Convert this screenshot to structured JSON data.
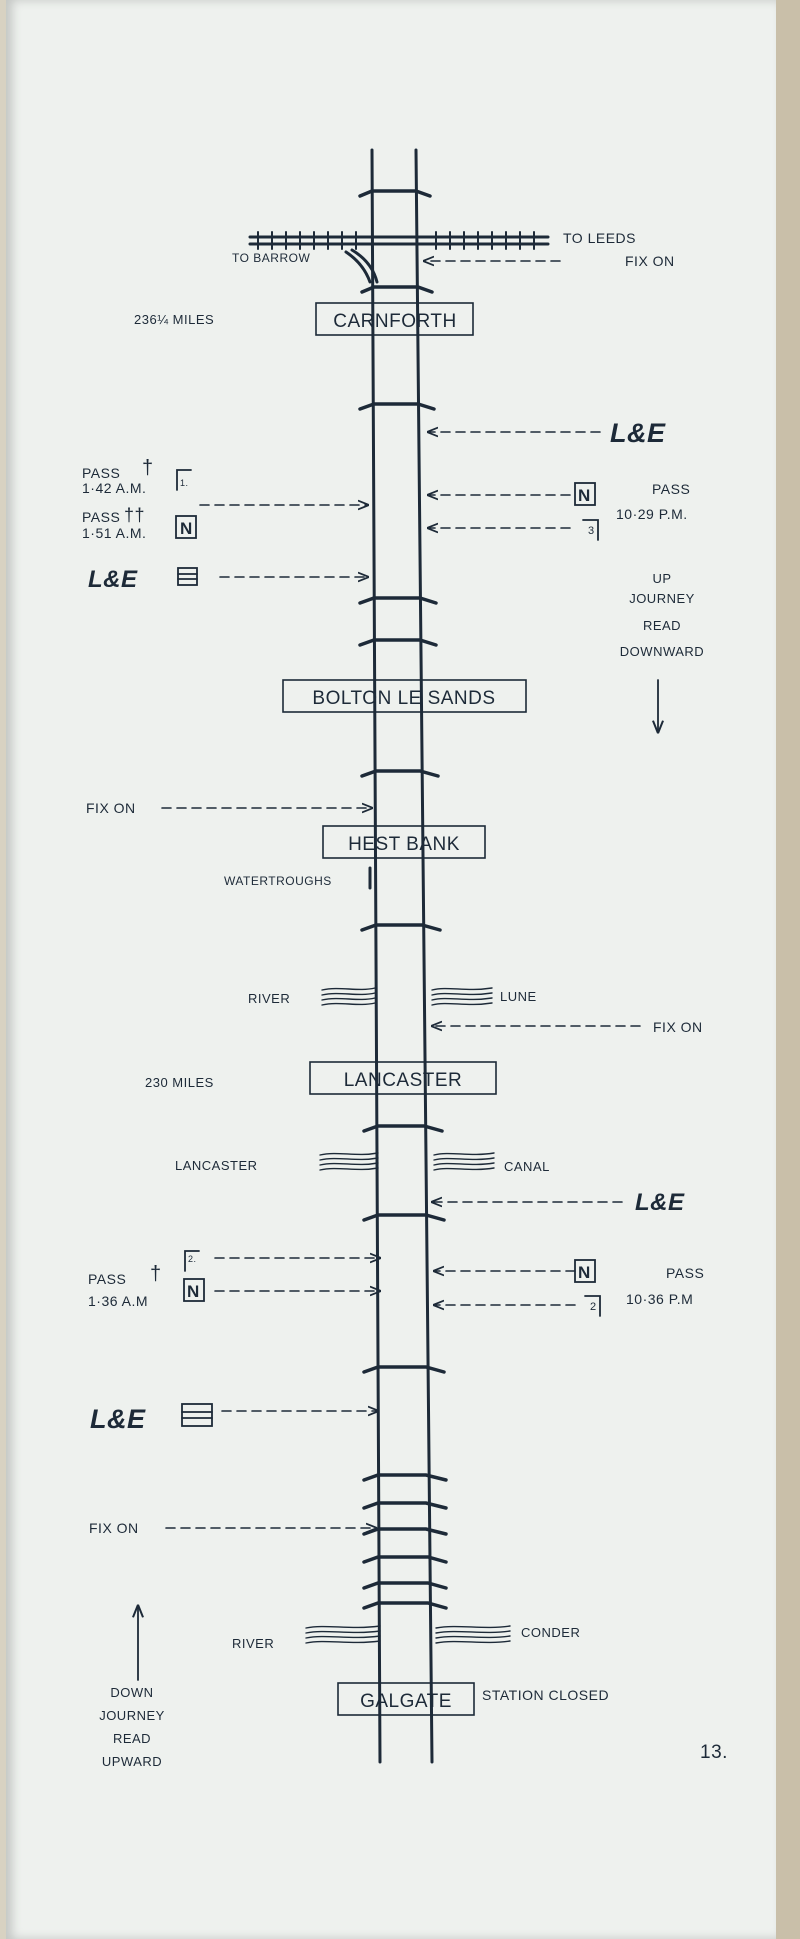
{
  "page_number": "13.",
  "stations": {
    "carnforth": "CARNFORTH",
    "bolton_le_sands": "BOLTON LE SANDS",
    "hest_bank": "HEST BANK",
    "lancaster": "LANCASTER",
    "galgate": "GALGATE"
  },
  "mileposts": {
    "carnforth": "236¼ MILES",
    "lancaster": "230 MILES"
  },
  "junction": {
    "to_leeds": "TO LEEDS",
    "to_barrow": "TO BARROW"
  },
  "fix_on": "FIX ON",
  "pass": "PASS",
  "le_mark": "L&E",
  "times": {
    "carnforth_left_1": "1·42 A.M.",
    "carnforth_left_2": "1·51 A.M.",
    "carnforth_right": "10·29 P.M.",
    "lancaster_left": "1·36 A.M",
    "lancaster_right": "10·36 P.M"
  },
  "markers": {
    "n": "N",
    "one": "1.",
    "two": "2.",
    "two_b": "2",
    "three": "3"
  },
  "up_journey": [
    "UP",
    "JOURNEY",
    "READ",
    "DOWNWARD"
  ],
  "down_journey": [
    "DOWN",
    "JOURNEY",
    "READ",
    "UPWARD"
  ],
  "waterways": {
    "waterstroughs": "WATERTROUGHS",
    "river": "RIVER",
    "lune": "LUNE",
    "lancaster": "LANCASTER",
    "canal": "CANAL",
    "condor": "CONDER"
  },
  "station_closed": "STATION CLOSED",
  "colors": {
    "ink": "#1d2a38",
    "paper": "#eef1ee"
  }
}
